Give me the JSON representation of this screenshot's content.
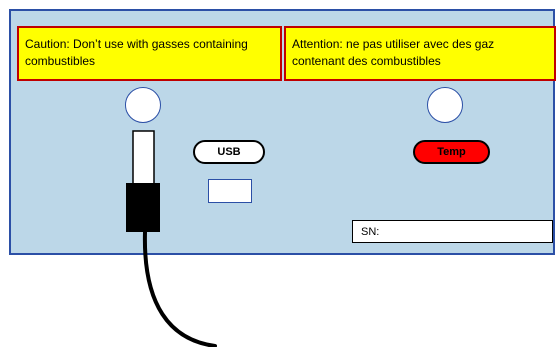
{
  "warnings": {
    "english": "Caution: Don’t use with gasses containing combustibles",
    "french": "Attention: ne pas utiliser avec des gaz contenant des combustibles"
  },
  "ports": {
    "usb_label": "USB",
    "temp_label": "Temp"
  },
  "serial": {
    "label": "SN:"
  },
  "colors": {
    "panel": "#bcd7e8",
    "panel_border": "#2b4fa6",
    "warning_fill": "#ffff00",
    "warning_border": "#c00000",
    "temp_fill": "#ff0000",
    "cable": "#000000"
  },
  "icons": [
    "usb-connector-icon",
    "cable-icon",
    "connector-circle-icon"
  ]
}
